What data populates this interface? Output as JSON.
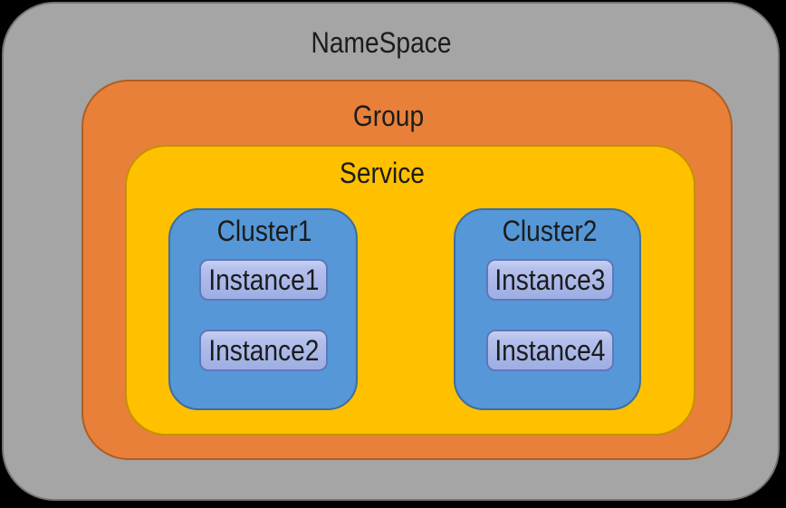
{
  "canvas": {
    "background": "#000000"
  },
  "namespace": {
    "label": "NameSpace",
    "fill": "#A5A5A5",
    "border_color": "#757575",
    "group": {
      "label": "Group",
      "fill": "#E8803A",
      "border_color": "#AD5E22",
      "service": {
        "label": "Service",
        "fill": "#FFC000",
        "border_color": "#C79100",
        "cluster_style": {
          "fill": "#5697D7",
          "border_color": "#3C6E9F"
        },
        "instance_style": {
          "fill_top": "#C7D0F2",
          "fill_bottom": "#9DAEE3",
          "border_color": "#5F77BA"
        },
        "clusters": [
          {
            "label": "Cluster1",
            "instances": [
              "Instance1",
              "Instance2"
            ]
          },
          {
            "label": "Cluster2",
            "instances": [
              "Instance3",
              "Instance4"
            ]
          }
        ]
      }
    }
  }
}
